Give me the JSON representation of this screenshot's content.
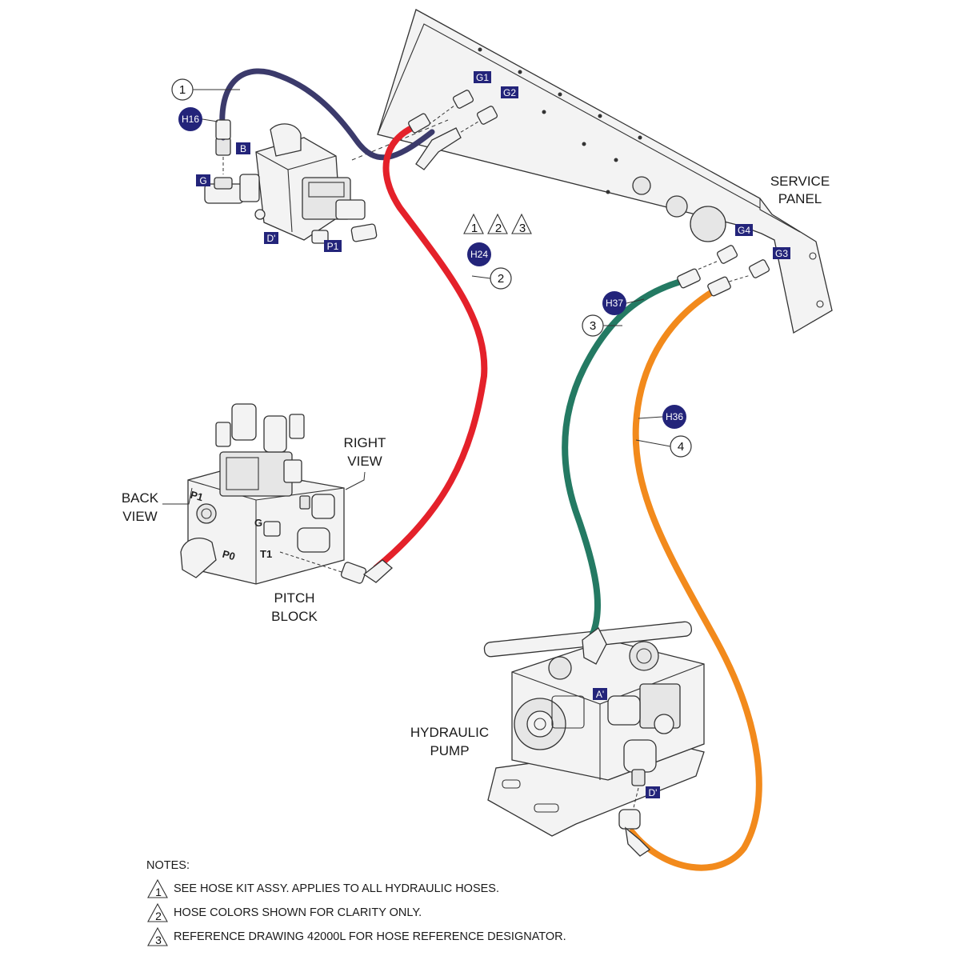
{
  "colors": {
    "hose_1": "#3b3a6b",
    "hose_2": "#e4212a",
    "hose_3": "#247a63",
    "hose_4": "#f28a1c",
    "tag_fill": "#23247a",
    "line": "#333333"
  },
  "labels": {
    "service_panel": [
      "SERVICE",
      "PANEL"
    ],
    "right_view": [
      "RIGHT",
      "VIEW"
    ],
    "back_view": [
      "BACK",
      "VIEW"
    ],
    "pitch_block": [
      "PITCH",
      "BLOCK"
    ],
    "hydraulic_pump": [
      "HYDRAULIC",
      "PUMP"
    ]
  },
  "port_tags": {
    "g1": "G1",
    "g2": "G2",
    "g3": "G3",
    "g4": "G4",
    "b": "B",
    "g": "G",
    "d_top": "D'",
    "p1": "P1",
    "a_pump": "A'",
    "d_pump": "D'"
  },
  "pitch_block_ports": {
    "p1": "P1",
    "p0": "P0",
    "g": "G",
    "t1": "T1"
  },
  "hose_tags": {
    "h16": "H16",
    "h24": "H24",
    "h37": "H37",
    "h36": "H36"
  },
  "callouts": {
    "c1": "1",
    "c2": "2",
    "c3": "3",
    "c4": "4"
  },
  "note_flags": [
    "1",
    "2",
    "3"
  ],
  "notes": {
    "title": "NOTES:",
    "items": [
      {
        "flag": "1",
        "text": "SEE HOSE KIT ASSY.  APPLIES TO ALL HYDRAULIC HOSES."
      },
      {
        "flag": "2",
        "text": "HOSE COLORS SHOWN FOR CLARITY ONLY."
      },
      {
        "flag": "3",
        "text": "REFERENCE DRAWING 42000L FOR HOSE REFERENCE DESIGNATOR."
      }
    ]
  }
}
